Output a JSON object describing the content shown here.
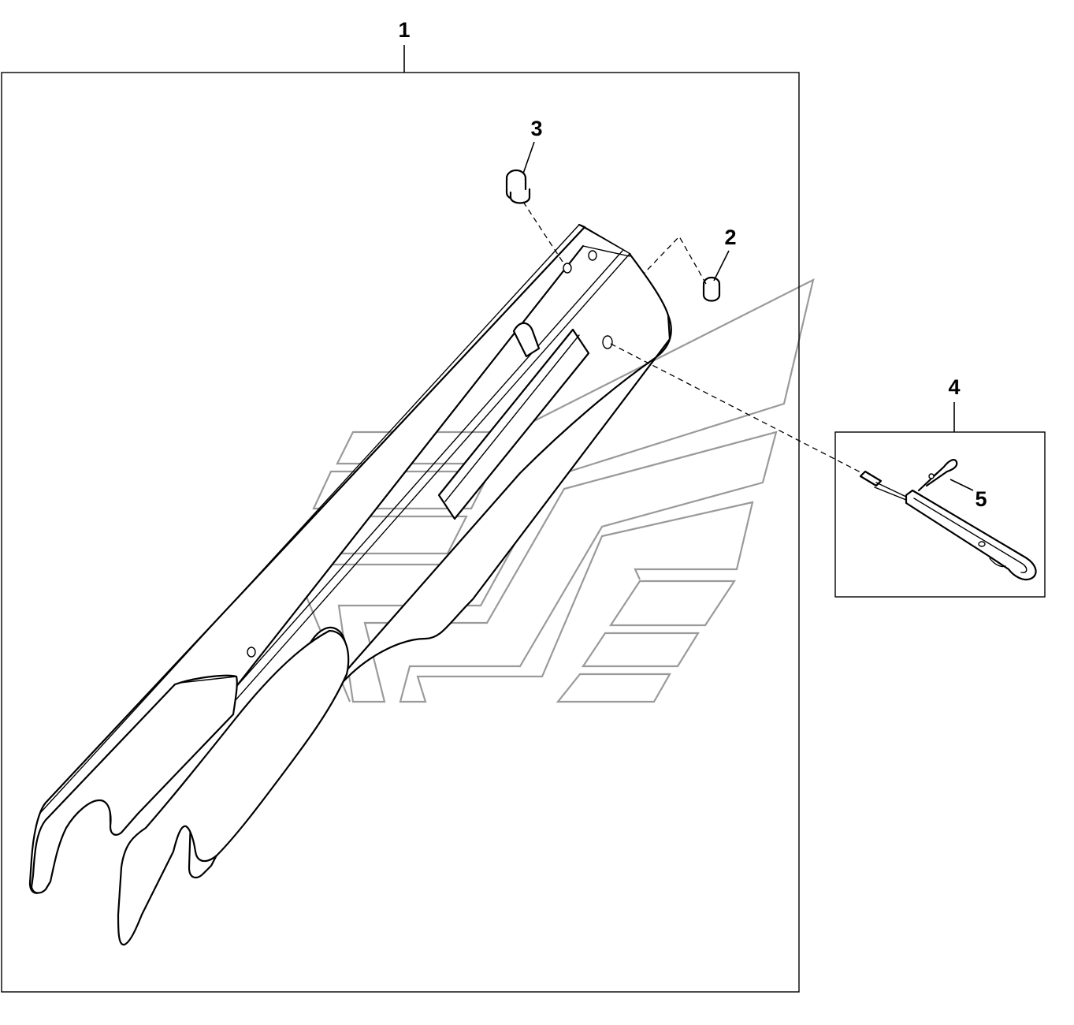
{
  "callouts": {
    "assembly": "1",
    "plug_small": "2",
    "plug_large": "3",
    "pin_kit": "4",
    "cotter_pin": "5"
  },
  "colors": {
    "line": "#000000",
    "watermark": "#9a9a9a",
    "background": "#ffffff"
  }
}
